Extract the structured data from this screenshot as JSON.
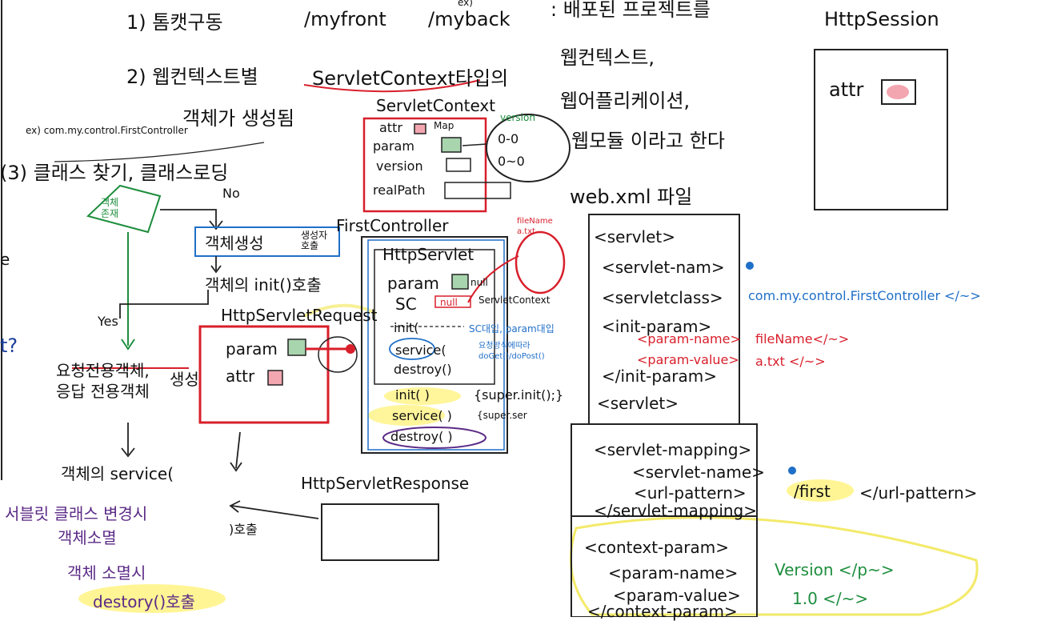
{
  "colors": {
    "ink": "#111111",
    "red": "#d81f2b",
    "blue": "#1f6fc8",
    "green": "#1e8e3e",
    "purple": "#5b2a86",
    "highlight": "#fff27a",
    "pink_fill": "#f3a6b0",
    "green_fill": "#a8d5ae"
  },
  "steps": {
    "step1": "1) 톰캣구동",
    "myfront": "/myfront",
    "myback": "/myback",
    "ex_label": "ex)",
    "step2": "2) 웹컨텍스트별",
    "servlet_context_type": "ServletContext타입의",
    "object_created": "객체가 생성됨",
    "example_class": "ex) com.my.control.FirstController",
    "step3": "(3) 클래스 찾기, 클래스로딩"
  },
  "deployed_note": {
    "line1": ": 배포된 프로젝트를",
    "line2": "웹컨텍스트,",
    "line3": "웹어플리케이션,",
    "line4": "웹모듈 이라고 한다"
  },
  "servlet_context": {
    "title": "ServletContext",
    "attr": "attr",
    "map": "Map",
    "param": "param",
    "version": "version",
    "real_path": "realPath",
    "version_tag": "version",
    "values": "0-0\n0~0"
  },
  "http_session": {
    "title": "HttpSession",
    "attr": "attr"
  },
  "web_xml": {
    "title": "web.xml 파일",
    "servlet_open": "<servlet>",
    "servlet_name": "<servlet-nam>",
    "servlet_class": "<servletclass>",
    "servlet_class_value": "com.my.control.FirstController </~>",
    "init_param": "<init-param>",
    "param_name_tag": "<param-name>",
    "param_name_value": "fileName</~>",
    "param_value_tag": "<param-value>",
    "param_value_value": "a.txt </~>",
    "init_param_close": "</init-param>",
    "servlet_close": "<servlet>",
    "servlet_mapping": "<servlet-mapping>",
    "mapping_servlet_name": "<servlet-name>",
    "url_pattern": "<url-pattern>",
    "url_value": "/first",
    "url_pattern_close": "</url-pattern>",
    "servlet_mapping_close": "</servlet-mapping>",
    "context_param": "<context-param>",
    "ctx_param_name": "<param-name>",
    "ctx_param_name_value": "Version </p~>",
    "ctx_param_value": "<param-value>",
    "ctx_param_value_value": "1.0 </~>",
    "context_param_close": "</context-param>"
  },
  "flow": {
    "decision": "객체\n존재",
    "no": "No",
    "yes": "Yes",
    "create_object": "객체생성",
    "constructor_call": "생성자\n호출",
    "first_controller": "FirstController",
    "init_call": "객체의 init()호출",
    "request_response": "요청전용객체,\n응답 전용객체",
    "create": "생성",
    "service_call": "객체의 service(",
    "call": ")호출",
    "left_q": "t?",
    "left_e": "e"
  },
  "http_servlet": {
    "title": "HttpServlet",
    "param": "param",
    "null_val": "null",
    "sc": "SC",
    "sc_null": "null",
    "servlet_context_ref": "ServletContext",
    "init": "init(",
    "sc_note": "SC대입, param대입",
    "service": "service(",
    "service_note": "요청방식에따라\ndoGet()/doPost()",
    "destroy": "destroy()",
    "init2": "init( )",
    "super_init": "{super.init();}",
    "service2": "service( )",
    "super_ser": "{super.ser",
    "destroy2": "destroy( )",
    "file_name_note": "fileName\na.txt"
  },
  "http_request": {
    "title": "HttpServletRequest",
    "param": "param",
    "attr": "attr"
  },
  "http_response": {
    "title": "HttpServletResponse"
  },
  "bottom_left": {
    "line1": "서블릿 클래스 변경시",
    "line2": "객체소멸",
    "line3": "객체 소멸시",
    "line4": "destory()호출"
  }
}
